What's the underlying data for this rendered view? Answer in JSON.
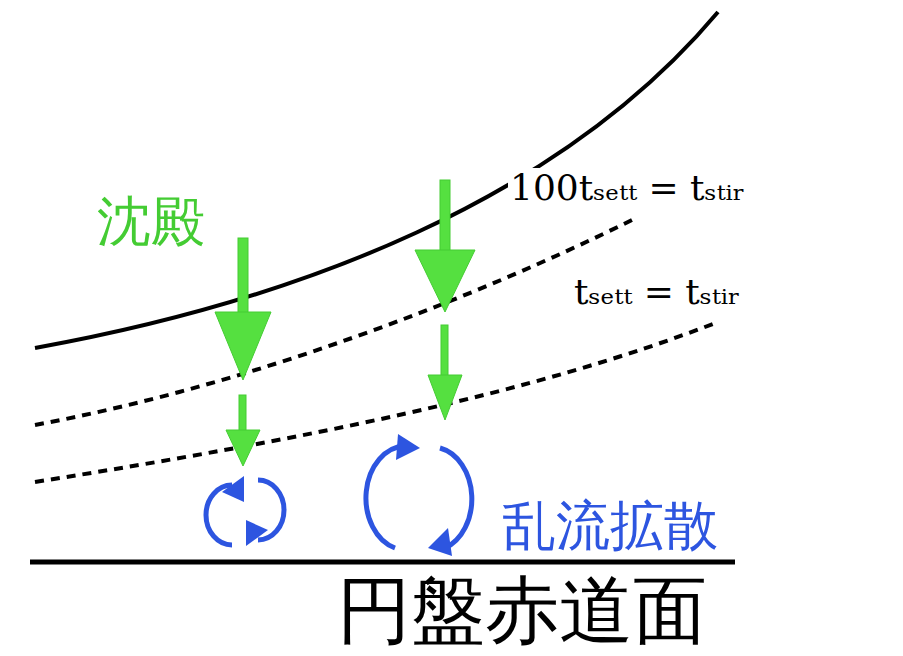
{
  "diagram": {
    "labels": [
      "沈殿",
      "100tₛₑₜₜ = tₛₜᵢᵣ",
      "tₛₑₜₜ = tₛₜᵢᵣ",
      "乱流拡散",
      "円盤赤道面"
    ]
  }
}
